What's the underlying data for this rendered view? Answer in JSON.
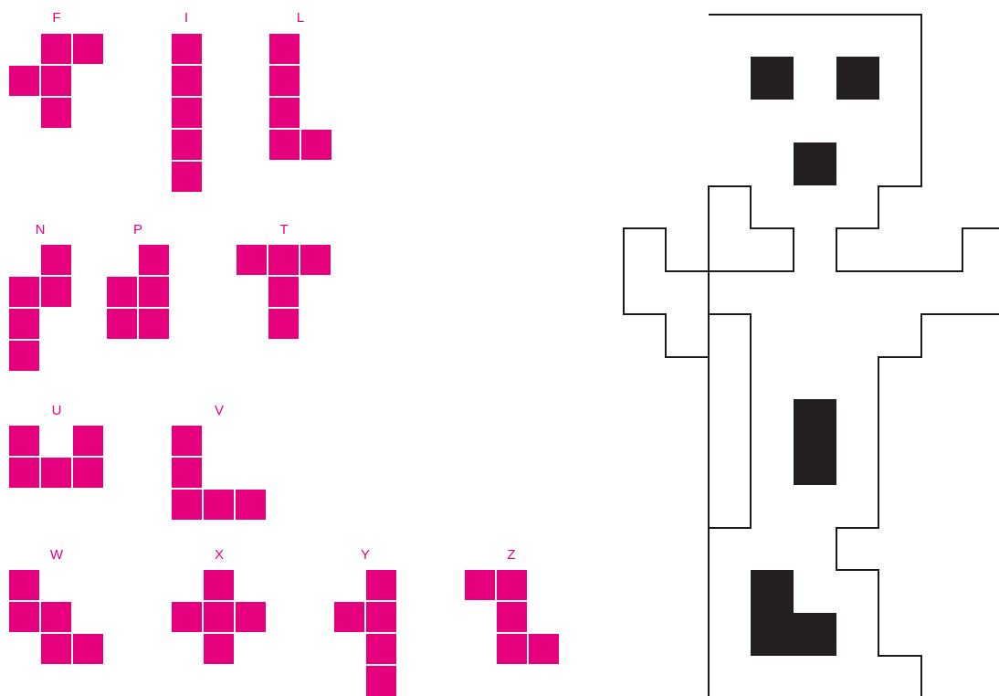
{
  "colors": {
    "piece": "#e6007e",
    "cell_border": "#ffffff",
    "label": "#e6007e",
    "outline": "#1a1a1a",
    "hole": "#231f20",
    "background": "#ffffff"
  },
  "pieces": [
    {
      "label": "F",
      "cells": [
        [
          1,
          0
        ],
        [
          2,
          0
        ],
        [
          0,
          1
        ],
        [
          1,
          1
        ],
        [
          1,
          2
        ]
      ]
    },
    {
      "label": "I",
      "cells": [
        [
          0,
          0
        ],
        [
          0,
          1
        ],
        [
          0,
          2
        ],
        [
          0,
          3
        ],
        [
          0,
          4
        ]
      ]
    },
    {
      "label": "L",
      "cells": [
        [
          0,
          0
        ],
        [
          0,
          1
        ],
        [
          0,
          2
        ],
        [
          0,
          3
        ],
        [
          1,
          3
        ]
      ]
    },
    {
      "label": "N",
      "cells": [
        [
          1,
          0
        ],
        [
          0,
          1
        ],
        [
          1,
          1
        ],
        [
          0,
          2
        ],
        [
          0,
          3
        ]
      ]
    },
    {
      "label": "P",
      "cells": [
        [
          1,
          0
        ],
        [
          0,
          1
        ],
        [
          1,
          1
        ],
        [
          0,
          2
        ],
        [
          1,
          2
        ]
      ]
    },
    {
      "label": "T",
      "cells": [
        [
          0,
          0
        ],
        [
          1,
          0
        ],
        [
          2,
          0
        ],
        [
          1,
          1
        ],
        [
          1,
          2
        ]
      ]
    },
    {
      "label": "U",
      "cells": [
        [
          0,
          0
        ],
        [
          2,
          0
        ],
        [
          0,
          1
        ],
        [
          1,
          1
        ],
        [
          2,
          1
        ]
      ]
    },
    {
      "label": "V",
      "cells": [
        [
          0,
          0
        ],
        [
          0,
          1
        ],
        [
          0,
          2
        ],
        [
          1,
          2
        ],
        [
          2,
          2
        ]
      ]
    },
    {
      "label": "W",
      "cells": [
        [
          0,
          0
        ],
        [
          0,
          1
        ],
        [
          1,
          1
        ],
        [
          1,
          2
        ],
        [
          2,
          2
        ]
      ]
    },
    {
      "label": "X",
      "cells": [
        [
          1,
          0
        ],
        [
          0,
          1
        ],
        [
          1,
          1
        ],
        [
          2,
          1
        ],
        [
          1,
          2
        ]
      ]
    },
    {
      "label": "Y",
      "cells": [
        [
          1,
          0
        ],
        [
          0,
          1
        ],
        [
          1,
          1
        ],
        [
          1,
          2
        ],
        [
          1,
          3
        ]
      ]
    },
    {
      "label": "Z",
      "cells": [
        [
          0,
          0
        ],
        [
          1,
          0
        ],
        [
          1,
          1
        ],
        [
          1,
          2
        ],
        [
          2,
          2
        ]
      ]
    }
  ]
}
